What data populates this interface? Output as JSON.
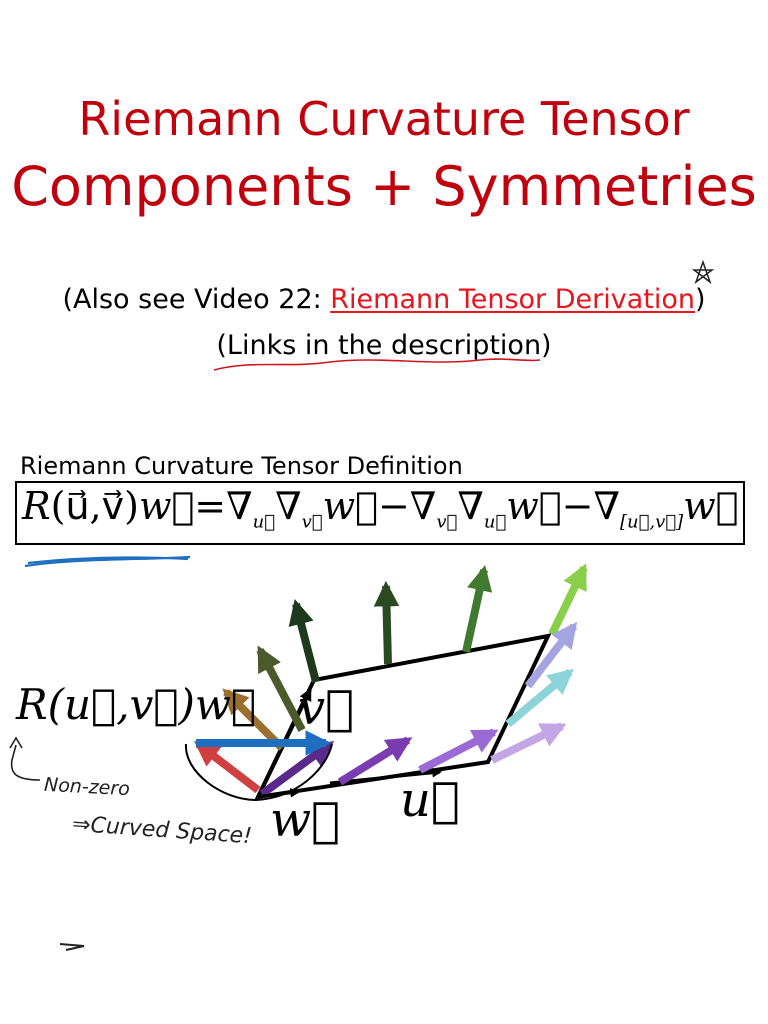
{
  "slide": {
    "title_line1": "Riemann Curvature Tensor",
    "title_line2": "Components + Symmetries",
    "see_also_prefix": "(Also see Video 22: ",
    "see_also_link": "Riemann Tensor Derivation",
    "see_also_suffix": ")",
    "links_note": "(Links in the description)",
    "definition_label": "Riemann Curvature Tensor Definition",
    "equation": {
      "lhs_R": "R",
      "lhs_args": "(u⃗,v⃗)",
      "lhs_w": "w⃗",
      "equals": "=",
      "nabla": "∇",
      "sub_u": "u⃗",
      "sub_v": "v⃗",
      "w": "w⃗",
      "minus": "−",
      "sub_bracket": "[u⃗,v⃗]"
    },
    "diagram": {
      "left_expr": "R(u⃗,v⃗)w⃗",
      "label_v": "v⃗",
      "label_u": "u⃗",
      "label_w": "w⃗",
      "note_nonzero": "Non-zero",
      "note_curved": "⇒Curved Space!"
    }
  }
}
